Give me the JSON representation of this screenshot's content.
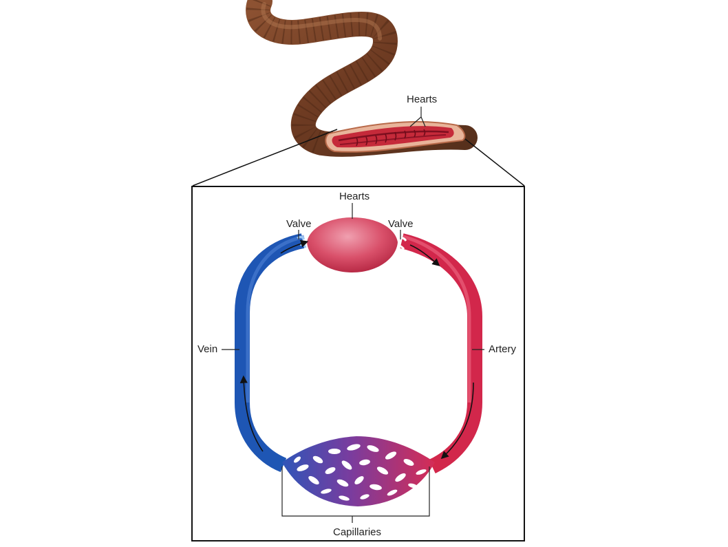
{
  "labels": {
    "hearts_worm": "Hearts",
    "hearts_inset": "Hearts",
    "valve_left": "Valve",
    "valve_right": "Valve",
    "vein": "Vein",
    "artery": "Artery",
    "capillaries": "Capillaries"
  },
  "colors": {
    "vein": "#1e56b4",
    "artery": "#d2274b",
    "heart": "#d94a66",
    "worm_body": "#7a4326",
    "worm_cut": "#c52a3a"
  }
}
